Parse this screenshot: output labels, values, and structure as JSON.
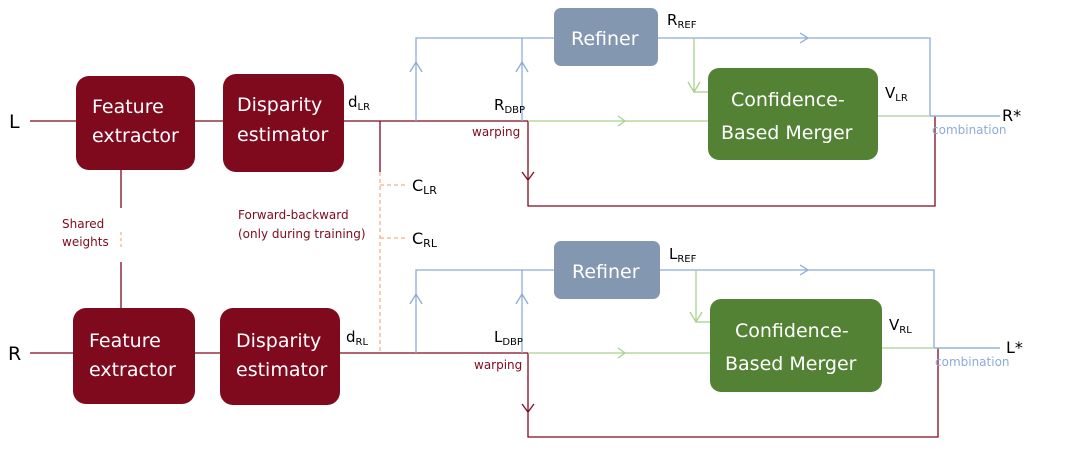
{
  "inputs": {
    "left": "L",
    "right": "R"
  },
  "top_branch": {
    "feature_extractor": [
      "Feature",
      "extractor"
    ],
    "disparity_estimator": [
      "Disparity",
      "estimator"
    ],
    "disparity_label": "d",
    "disparity_sub": "LR",
    "refiner": "Refiner",
    "refined_label": "R",
    "refined_sub": "REF",
    "dbp_label": "R",
    "dbp_sub": "DBP",
    "warping": "warping",
    "merger": [
      "Confidence-",
      "Based Merger"
    ],
    "v_label": "V",
    "v_sub": "LR",
    "combination": "combination",
    "output": "R*"
  },
  "bottom_branch": {
    "feature_extractor": [
      "Feature",
      "extractor"
    ],
    "disparity_estimator": [
      "Disparity",
      "estimator"
    ],
    "disparity_label": "d",
    "disparity_sub": "RL",
    "refiner": "Refiner",
    "refined_label": "L",
    "refined_sub": "REF",
    "dbp_label": "L",
    "dbp_sub": "DBP",
    "warping": "warping",
    "merger": [
      "Confidence-",
      "Based Merger"
    ],
    "v_label": "V",
    "v_sub": "RL",
    "combination": "combination",
    "output": "L*"
  },
  "shared_weights": [
    "Shared",
    "weights"
  ],
  "forward_backward": [
    "Forward-backward",
    "(only during training)"
  ],
  "c_lr": {
    "label": "C",
    "sub": "LR"
  },
  "c_rl": {
    "label": "C",
    "sub": "RL"
  },
  "colors": {
    "dark_red": "#7f0a1e",
    "refiner_gray": "#8497b0",
    "merger_green": "#548235",
    "line_blue": "#8eaadb",
    "line_green": "#a9d18e",
    "line_orange": "#f4b183"
  }
}
